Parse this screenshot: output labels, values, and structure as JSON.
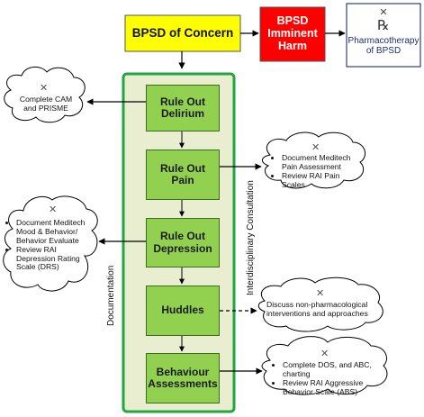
{
  "header": {
    "concern": "BPSD of Concern",
    "imminent_line1": "BPSD",
    "imminent_line2": "Imminent",
    "imminent_line3": "Harm",
    "rx_symbol": "℞",
    "pharmacotherapy_line1": "Pharmacotherapy",
    "pharmacotherapy_line2": "of BPSD"
  },
  "steps": [
    {
      "line1": "Rule Out",
      "line2": "Delirium"
    },
    {
      "line1": "Rule Out",
      "line2": "Pain"
    },
    {
      "line1": "Rule Out",
      "line2": "Depression"
    },
    {
      "line1": "Huddles",
      "line2": ""
    },
    {
      "line1": "Behaviour",
      "line2": "Assessments"
    }
  ],
  "side_labels": {
    "left": "Documentation",
    "right": "Interdisciplinary Consultation"
  },
  "notes": {
    "cam": {
      "line1": "Complete CAM",
      "line2": "and PRISME"
    },
    "pain": [
      "Document Meditech Pain Assessment",
      "Review RAI Pain Scales"
    ],
    "depression": [
      "Document Meditech Mood & Behavior/ Behavior Evaluate",
      "Review RAI Depression Rating Scale (DRS)"
    ],
    "huddles": {
      "line1": "Discuss non-pharmacological",
      "line2": "interventions and approaches"
    },
    "behaviour": [
      "Complete DOS, and ABC, charting",
      "Review RAI Aggressive Behavior Scale (ABS)"
    ]
  },
  "colors": {
    "concern_fill": "#ffff00",
    "imminent_fill": "#ff0000",
    "step_fill": "#92d050",
    "panel_border": "#22a640",
    "panel_fill": "#e8eecf"
  }
}
